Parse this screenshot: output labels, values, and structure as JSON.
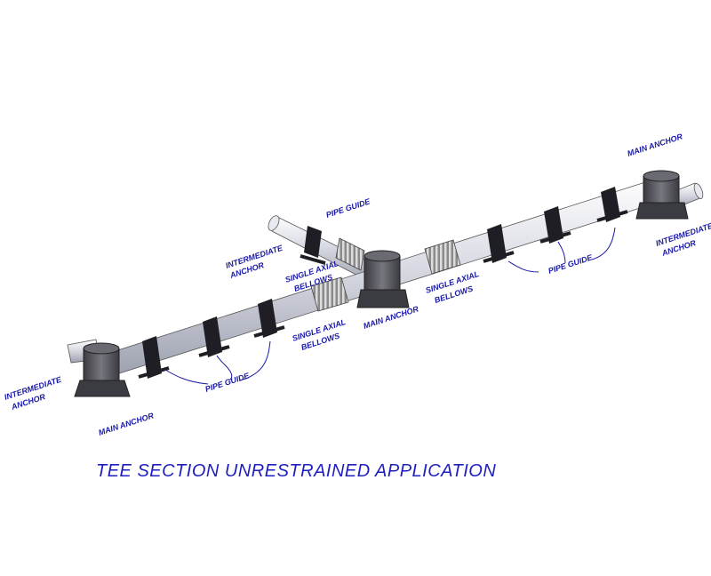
{
  "title": "TEE SECTION UNRESTRAINED APPLICATION",
  "labels": {
    "main_anchor_top": "MAIN ANCHOR",
    "intermediate_anchor_right_1": "INTERMEDIATE",
    "intermediate_anchor_right_2": "ANCHOR",
    "pipe_guide_top": "PIPE GUIDE",
    "intermediate_anchor_mid_1": "INTERMEDIATE",
    "intermediate_anchor_mid_2": "ANCHOR",
    "single_axial_bellows_upper_1": "SINGLE AXIAL",
    "single_axial_bellows_upper_2": "BELLOWS",
    "single_axial_bellows_right_1": "SINGLE AXIAL",
    "single_axial_bellows_right_2": "BELLOWS",
    "single_axial_bellows_lower_1": "SINGLE AXIAL",
    "single_axial_bellows_lower_2": "BELLOWS",
    "main_anchor_center": "MAIN ANCHOR",
    "pipe_guide_right": "PIPE GUIDE",
    "pipe_guide_left": "PIPE GUIDE",
    "intermediate_anchor_left_1": "INTERMEDIATE",
    "intermediate_anchor_left_2": "ANCHOR",
    "main_anchor_bottom_left": "MAIN ANCHOR"
  },
  "colors": {
    "label_text": "#1a1aa8",
    "pipe": "#cfd2dd",
    "anchor": "#505058",
    "guide": "#1e1e24"
  }
}
